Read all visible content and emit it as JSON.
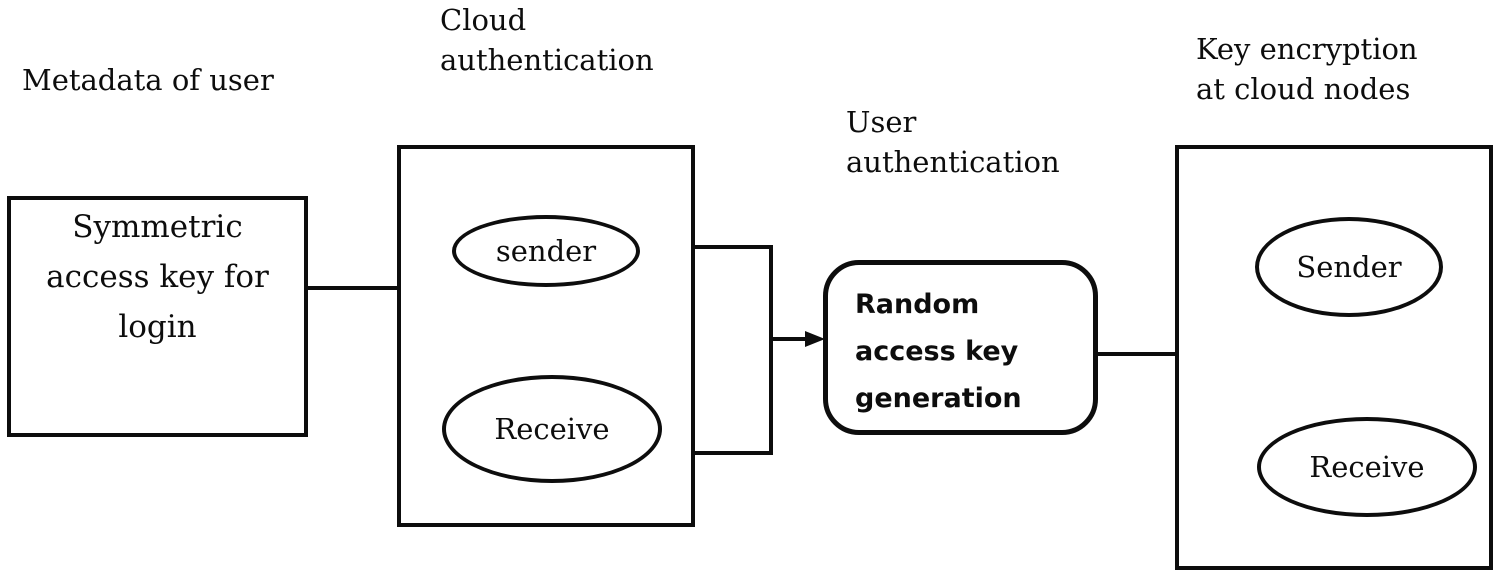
{
  "diagram": {
    "labels": {
      "metadata": "Metadata of user",
      "cloud_auth": {
        "lines": [
          "Cloud",
          "authentication"
        ]
      },
      "user_auth": {
        "lines": [
          "User",
          "authentication"
        ]
      },
      "key_encryption": {
        "lines": [
          "Key encryption",
          "at cloud nodes"
        ]
      }
    },
    "nodes": {
      "symmetric_key": {
        "lines": [
          "Symmetric",
          "access key for",
          "login"
        ]
      },
      "cloud_sender": {
        "label": "sender"
      },
      "cloud_receive": {
        "label": "Receive"
      },
      "random_key": {
        "lines": [
          "Random",
          "access key",
          "generation"
        ]
      },
      "key_sender": {
        "label": "Sender"
      },
      "key_receive": {
        "label": "Receive"
      }
    },
    "colors": {
      "line": "#0d0d0d",
      "text": "#0d0d0d",
      "background": "#ffffff"
    }
  }
}
